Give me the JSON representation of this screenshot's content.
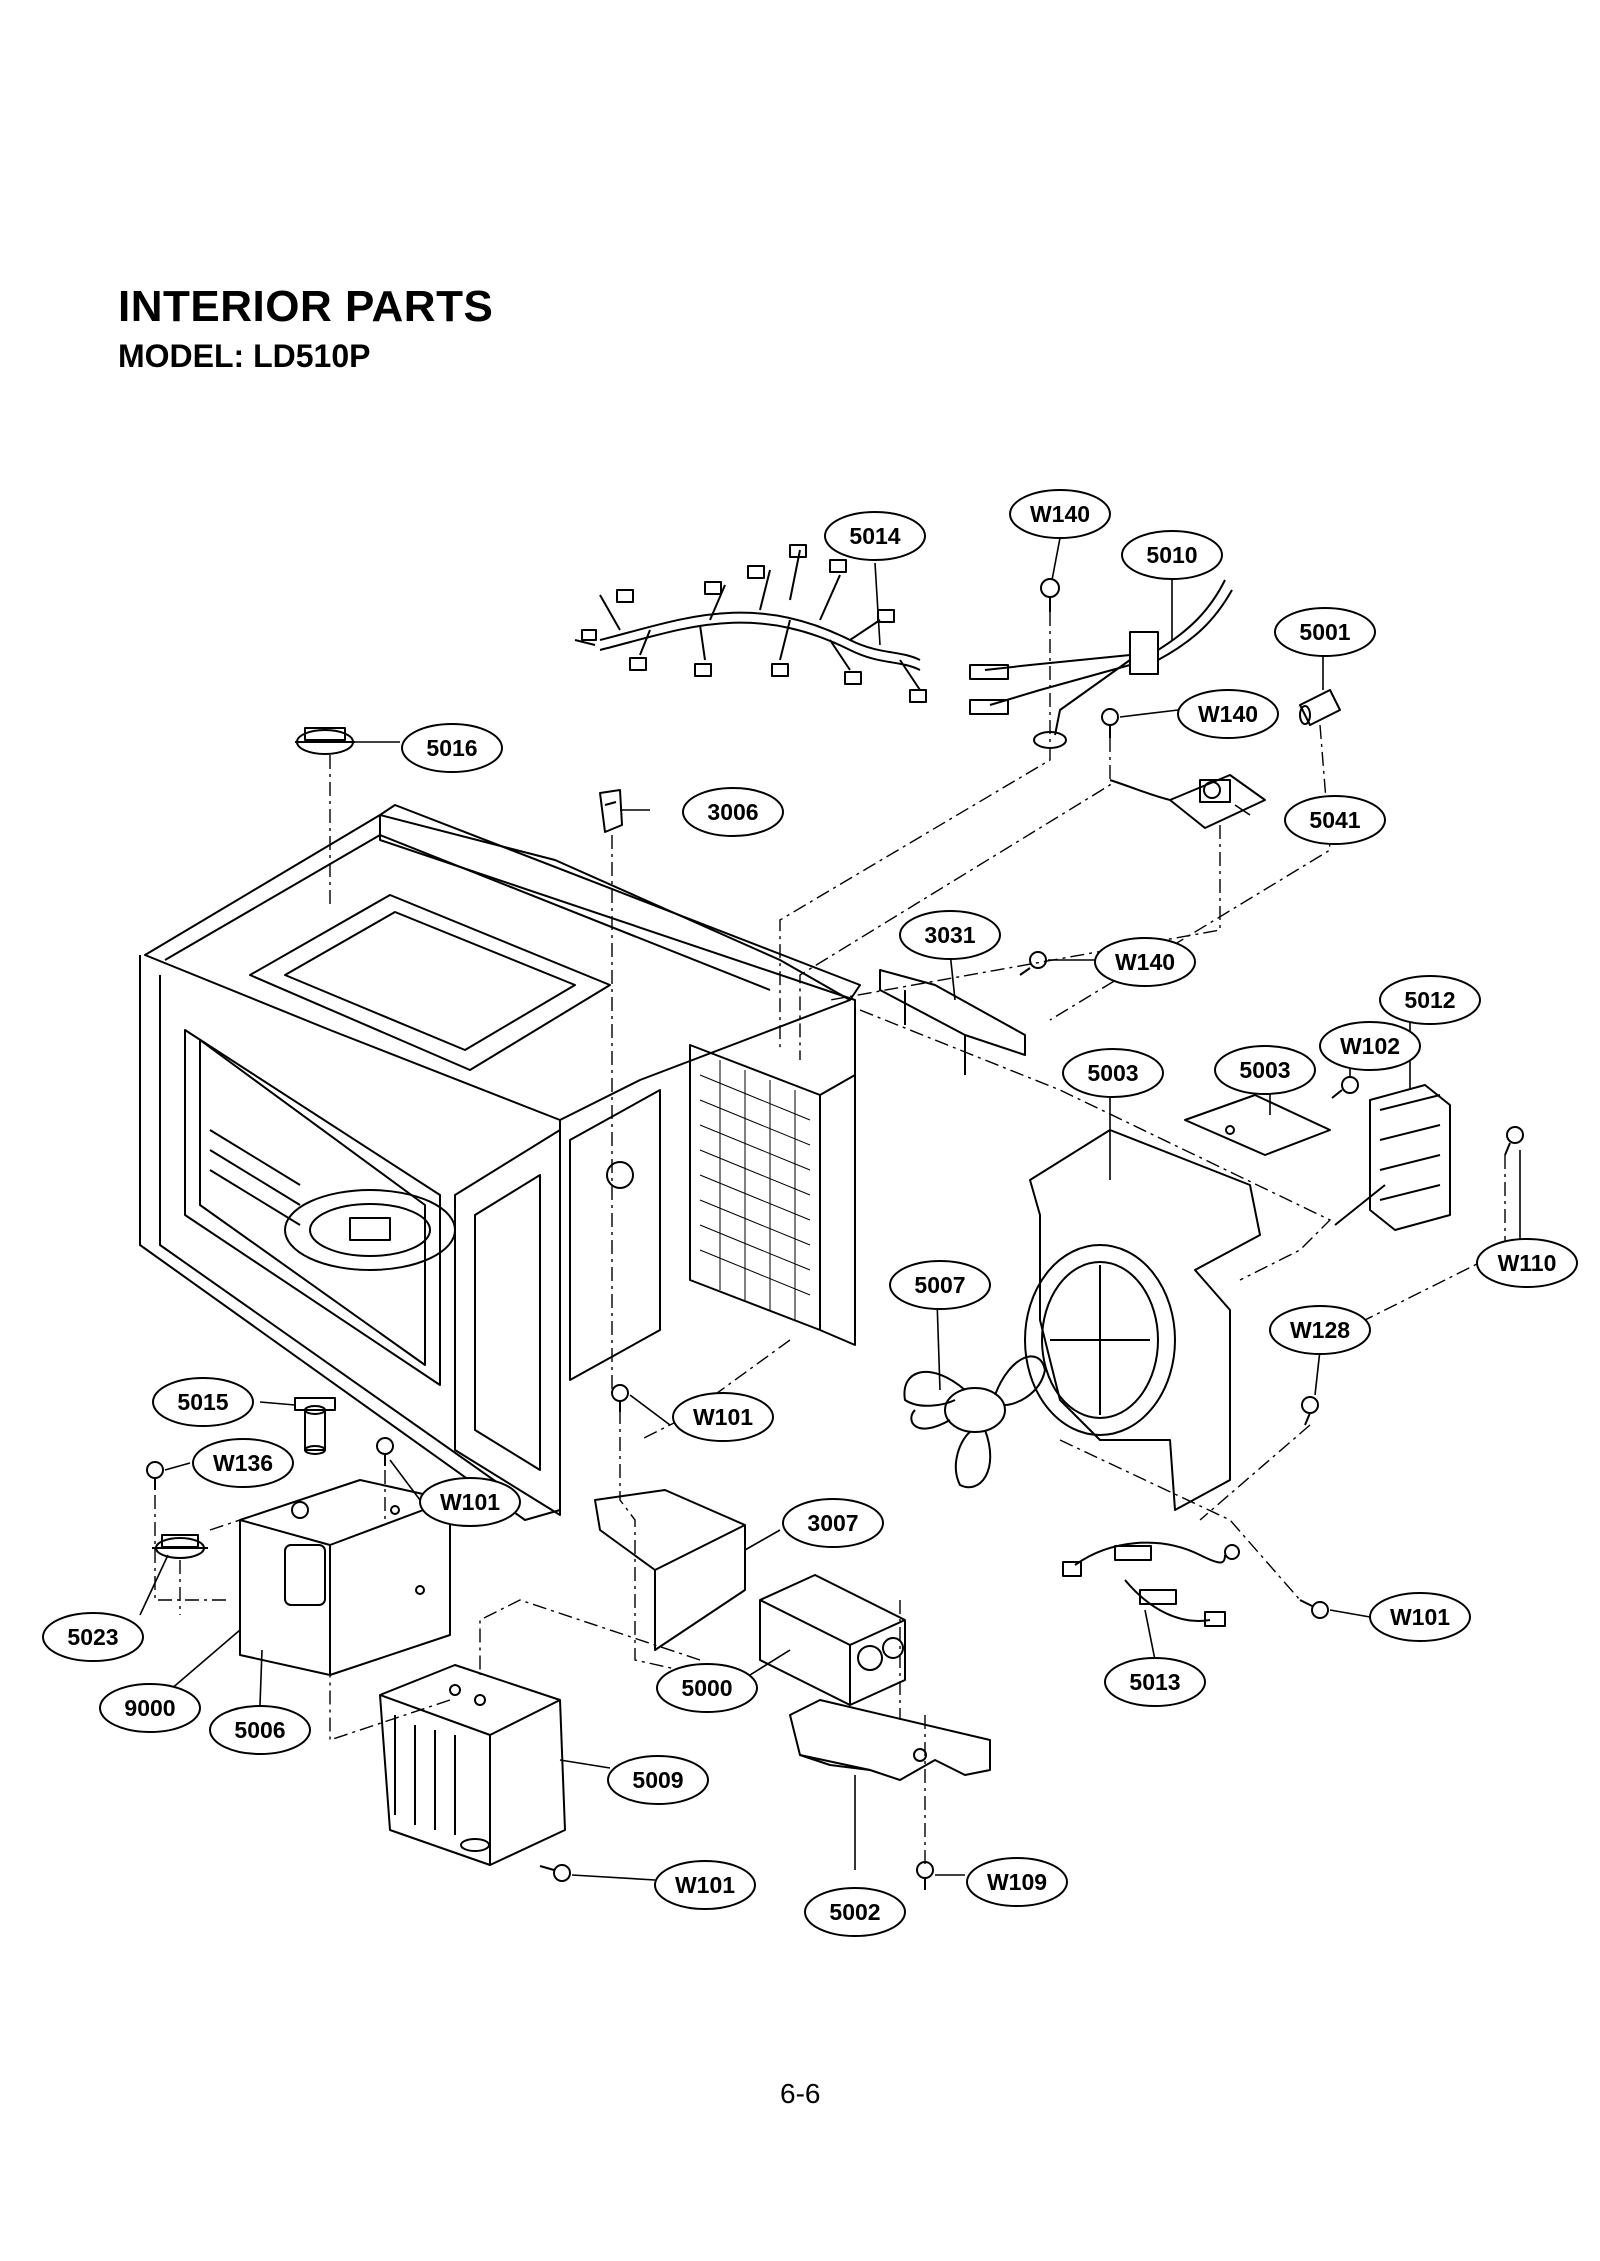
{
  "page": {
    "title": "INTERIOR PARTS",
    "model": "MODEL: LD510P",
    "page_number": "6-6"
  },
  "callouts": [
    {
      "id": "c-5014",
      "label": "5014"
    },
    {
      "id": "c-w140a",
      "label": "W140"
    },
    {
      "id": "c-5010",
      "label": "5010"
    },
    {
      "id": "c-5001",
      "label": "5001"
    },
    {
      "id": "c-w140b",
      "label": "W140"
    },
    {
      "id": "c-5016",
      "label": "5016"
    },
    {
      "id": "c-3006",
      "label": "3006"
    },
    {
      "id": "c-5041",
      "label": "5041"
    },
    {
      "id": "c-3031",
      "label": "3031"
    },
    {
      "id": "c-w140c",
      "label": "W140"
    },
    {
      "id": "c-5012",
      "label": "5012"
    },
    {
      "id": "c-w102",
      "label": "W102"
    },
    {
      "id": "c-5003a",
      "label": "5003"
    },
    {
      "id": "c-5003b",
      "label": "5003"
    },
    {
      "id": "c-w110",
      "label": "W110"
    },
    {
      "id": "c-5007",
      "label": "5007"
    },
    {
      "id": "c-w128",
      "label": "W128"
    },
    {
      "id": "c-5015",
      "label": "5015"
    },
    {
      "id": "c-w101a",
      "label": "W101"
    },
    {
      "id": "c-w136",
      "label": "W136"
    },
    {
      "id": "c-w101b",
      "label": "W101"
    },
    {
      "id": "c-3007",
      "label": "3007"
    },
    {
      "id": "c-w101c",
      "label": "W101"
    },
    {
      "id": "c-5023",
      "label": "5023"
    },
    {
      "id": "c-5000",
      "label": "5000"
    },
    {
      "id": "c-5013",
      "label": "5013"
    },
    {
      "id": "c-9000",
      "label": "9000"
    },
    {
      "id": "c-5006",
      "label": "5006"
    },
    {
      "id": "c-5009",
      "label": "5009"
    },
    {
      "id": "c-w101d",
      "label": "W101"
    },
    {
      "id": "c-w109",
      "label": "W109"
    },
    {
      "id": "c-5002",
      "label": "5002"
    }
  ]
}
